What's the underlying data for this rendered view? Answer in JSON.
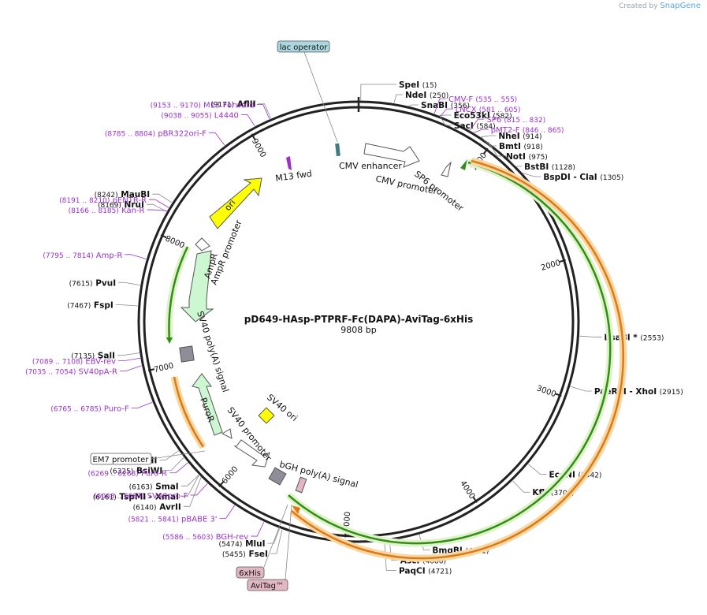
{
  "credit": {
    "prefix": "Created by",
    "brand": "SnapGene"
  },
  "plasmid": {
    "name": "pD649-HAsp-PTPRF-Fc(DAPA)-AviTag-6xHis",
    "size_label": "9808 bp",
    "length": 9808
  },
  "ring_ticks": [
    {
      "pos": 1000,
      "label": "1000"
    },
    {
      "pos": 2000,
      "label": "2000"
    },
    {
      "pos": 3000,
      "label": "3000"
    },
    {
      "pos": 4000,
      "label": "4000"
    },
    {
      "pos": 5000,
      "label": "5000"
    },
    {
      "pos": 6000,
      "label": "6000"
    },
    {
      "pos": 7000,
      "label": "7000"
    },
    {
      "pos": 8000,
      "label": "8000"
    },
    {
      "pos": 9000,
      "label": "9000"
    }
  ],
  "enzymes": [
    {
      "name": "SpeI",
      "loc": "(15)",
      "pos": 15
    },
    {
      "name": "NdeI",
      "loc": "(250)",
      "pos": 250
    },
    {
      "name": "SnaBI",
      "loc": "(356)",
      "pos": 356
    },
    {
      "name": "Eco53kI",
      "loc": "(582)",
      "pos": 582
    },
    {
      "name": "SacI",
      "loc": "(584)",
      "pos": 584
    },
    {
      "name": "NheI",
      "loc": "(914)",
      "pos": 914
    },
    {
      "name": "BmtI",
      "loc": "(918)",
      "pos": 918
    },
    {
      "name": "NotI",
      "loc": "(975)",
      "pos": 975
    },
    {
      "name": "BstBI",
      "loc": "(1128)",
      "pos": 1128
    },
    {
      "name": "BspDI - ClaI",
      "loc": "(1305)",
      "pos": 1305
    },
    {
      "name": "BsaBI *",
      "loc": "(2553)",
      "pos": 2553
    },
    {
      "name": "PaeR7I - XhoI",
      "loc": "(2915)",
      "pos": 2915
    },
    {
      "name": "EcoNI",
      "loc": "(3542)",
      "pos": 3542
    },
    {
      "name": "KflI",
      "loc": "(3703)",
      "pos": 3703
    },
    {
      "name": "BmgBI",
      "loc": "(4471)",
      "pos": 4471
    },
    {
      "name": "AscI",
      "loc": "(4686)",
      "pos": 4686
    },
    {
      "name": "PaqCI",
      "loc": "(4721)",
      "pos": 4721
    },
    {
      "name": "FseI",
      "loc": "(5455)",
      "pos": 5455
    },
    {
      "name": "MluI",
      "loc": "(5474)",
      "pos": 5474
    },
    {
      "name": "AvrII",
      "loc": "(6140)",
      "pos": 6140
    },
    {
      "name": "TspMI - XmaI",
      "loc": "(6161)",
      "pos": 6161
    },
    {
      "name": "SmaI",
      "loc": "(6163)",
      "pos": 6163
    },
    {
      "name": "BsiWI",
      "loc": "(6325)",
      "pos": 6325
    },
    {
      "name": "RsrII",
      "loc": "(6385)",
      "pos": 6385
    },
    {
      "name": "SalI",
      "loc": "(7135)",
      "pos": 7135
    },
    {
      "name": "FspI",
      "loc": "(7467)",
      "pos": 7467
    },
    {
      "name": "PvuI",
      "loc": "(7615)",
      "pos": 7615
    },
    {
      "name": "NruI",
      "loc": "(8169)",
      "pos": 8169
    },
    {
      "name": "MauBI",
      "loc": "(8242)",
      "pos": 8242
    },
    {
      "name": "AflII",
      "loc": "(9171)",
      "pos": 9171
    }
  ],
  "primers": [
    {
      "name": "CMV-F",
      "loc": "(535 .. 555)",
      "pos": 545
    },
    {
      "name": "LNCX",
      "loc": "(581 .. 605)",
      "pos": 593
    },
    {
      "name": "SP6",
      "loc": "(815 .. 832)",
      "pos": 823
    },
    {
      "name": "pMT2-F",
      "loc": "(846 .. 865)",
      "pos": 855
    },
    {
      "name": "BGH-rev",
      "loc": "(5586 .. 5603)",
      "pos": 5594
    },
    {
      "name": "pBABE 3'",
      "loc": "(5821 .. 5841)",
      "pos": 5831
    },
    {
      "name": "SV40pro-F",
      "loc": "(6068 .. 6087)",
      "pos": 6077
    },
    {
      "name": "Puro-R",
      "loc": "(6269 .. 6288)",
      "pos": 6278
    },
    {
      "name": "Puro-F",
      "loc": "(6765 .. 6785)",
      "pos": 6775
    },
    {
      "name": "SV40pA-R",
      "loc": "(7035 .. 7054)",
      "pos": 7044
    },
    {
      "name": "EBV-rev",
      "loc": "(7089 .. 7108)",
      "pos": 7098
    },
    {
      "name": "Amp-R",
      "loc": "(7795 .. 7814)",
      "pos": 7804
    },
    {
      "name": "Kan-R",
      "loc": "(8166 .. 8185)",
      "pos": 8175
    },
    {
      "name": "pENTR-R",
      "loc": "(8191 .. 8210)",
      "pos": 8200
    },
    {
      "name": "pBR322ori-F",
      "loc": "(8785 .. 8804)",
      "pos": 8794
    },
    {
      "name": "L4440",
      "loc": "(9038 .. 9055)",
      "pos": 9046
    },
    {
      "name": "M13 Forward",
      "loc": "(9153 .. 9170)",
      "pos": 9161
    }
  ],
  "boxed_features": [
    {
      "name": "lac operator",
      "color": "#a9d6df"
    },
    {
      "name": "EM7 promoter",
      "color": "#ffffff"
    },
    {
      "name": "6xHis",
      "color": "#e3b6c4"
    },
    {
      "name": "AviTag™",
      "color": "#e3b6c4"
    }
  ],
  "features": [
    {
      "name": "CMV enhancer"
    },
    {
      "name": "CMV promoter"
    },
    {
      "name": "SP6 promoter"
    },
    {
      "name": "M13 fwd"
    },
    {
      "name": "ori"
    },
    {
      "name": "AmpR"
    },
    {
      "name": "AmpR promoter"
    },
    {
      "name": "SV40 poly(A) signal"
    },
    {
      "name": "PuroR"
    },
    {
      "name": "SV40 promoter"
    },
    {
      "name": "SV40 ori"
    },
    {
      "name": "bGH poly(A) signal"
    }
  ],
  "colors": {
    "enzyme_text": "#000000",
    "primer": "#9b30c8",
    "ring": "#222222",
    "ori": "#ffff00",
    "ampr": "#ccf7d0",
    "puro": "#ccf7d0",
    "green_arc": "#2f8f14",
    "orange_arc": "#e07a10",
    "orange_glow": "#f7d7a4",
    "green_glow": "#dff2c9"
  }
}
